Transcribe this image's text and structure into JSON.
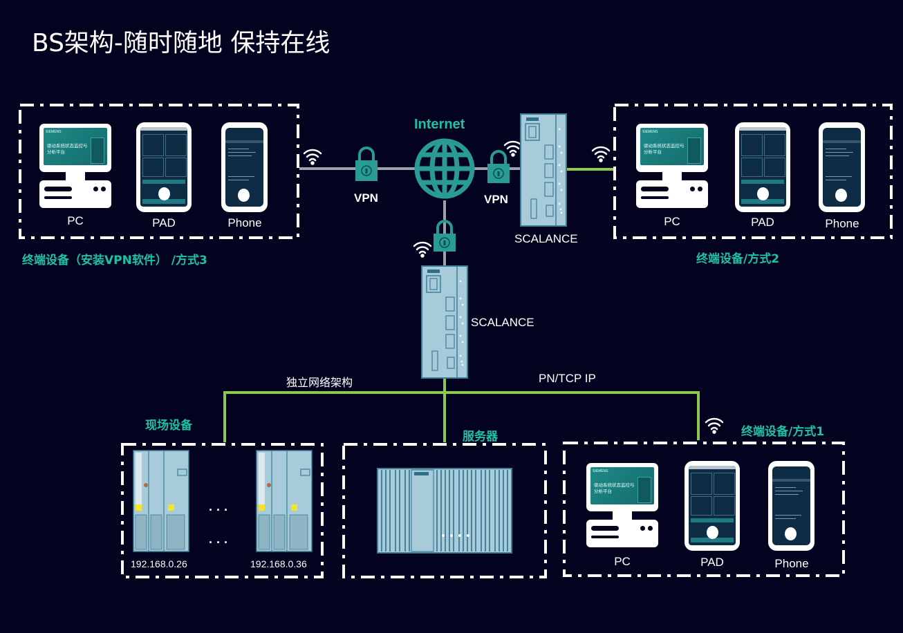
{
  "title": "BS架构-随时随地 保持在线",
  "internet_label": "Internet",
  "vpn_left": "VPN",
  "vpn_right": "VPN",
  "scalance_top": "SCALANCE",
  "scalance_mid": "SCALANCE",
  "network_left_label": "独立网络架构",
  "network_right_label": "PN/TCP IP",
  "group3": {
    "caption": "终端设备（安装VPN软件） /方式3",
    "devices": [
      "PC",
      "PAD",
      "Phone"
    ]
  },
  "group2": {
    "caption": "终端设备/方式2",
    "devices": [
      "PC",
      "PAD",
      "Phone"
    ]
  },
  "group1": {
    "caption": "终端设备/方式1",
    "devices": [
      "PC",
      "PAD",
      "Phone"
    ]
  },
  "field": {
    "caption": "现场设备",
    "ip_a": "192.168.0.26",
    "ip_b": "192.168.0.36",
    "ellipsis": "· · ·"
  },
  "server": {
    "caption": "服务器"
  },
  "pc_screen": {
    "brand": "SIEMENS",
    "title_line1": "驱动系统状态监控与",
    "title_line2": "分析平台"
  },
  "colors": {
    "background": "#03031f",
    "teal": "#1ec0a6",
    "icon_teal": "#2a9a94",
    "green_line": "#8cc84b",
    "gray_line": "#9aa3ad",
    "hardware": "#a8cbd9"
  },
  "icons": [
    "wifi-icon",
    "lock-icon",
    "globe-icon",
    "router-icon",
    "cabinet-icon",
    "server-rack-icon",
    "pc-icon",
    "tablet-icon",
    "phone-icon"
  ]
}
